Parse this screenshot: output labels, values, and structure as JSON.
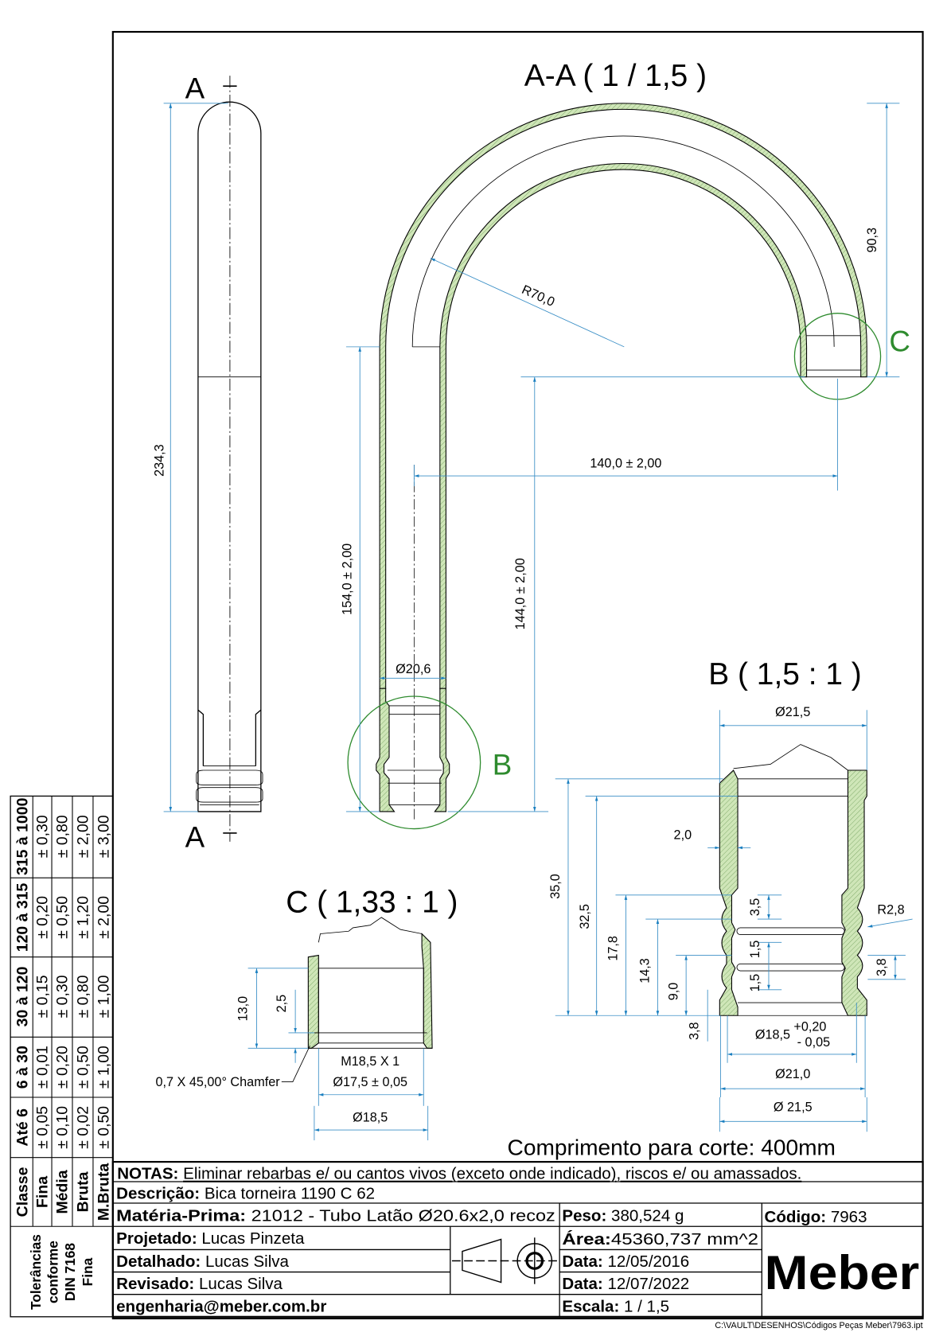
{
  "colors": {
    "dimension": "#3b8fc6",
    "detail_circle": "#2e8b2e",
    "hatch": "#cfe6b8"
  },
  "views": {
    "section_label_top": "A",
    "section_label_bottom": "A",
    "left_length": "234,3",
    "section_title": "A-A ( 1 / 1,5 )",
    "dim_90": "90,3",
    "dim_r70": "R70,0",
    "dim_140": "140,0 ± 2,00",
    "dim_154": "154,0 ± 2,00",
    "dim_144": "144,0 ± 2,00",
    "dim_d206": "Ø20,6",
    "detail_b_label": "B",
    "detail_c_label": "C"
  },
  "detail_b": {
    "title": "B ( 1,5 : 1 )",
    "d215_top": "Ø21,5",
    "d20": "2,0",
    "d35": "35,0",
    "d325": "32,5",
    "d178": "17,8",
    "d143": "14,3",
    "d90": "9,0",
    "d38l": "3,8",
    "d35b": "3,5",
    "d15a": "1,5",
    "d15b": "1,5",
    "r28": "R2,8",
    "d38r": "3,8",
    "d185": "Ø18,5",
    "tol_plus": "+0,20",
    "tol_minus": "- 0,05",
    "d210": "Ø21,0",
    "d215_bottom": "Ø 21,5"
  },
  "detail_c": {
    "title": "C ( 1,33 : 1 )",
    "d13": "13,0",
    "d25": "2,5",
    "thread": "M18,5 X 1",
    "d175": "Ø17,5 ± 0,05",
    "d185": "Ø18,5",
    "chamfer": "0,7 X 45,00° Chamfer"
  },
  "cut_length": "Comprimento para corte: 400mm",
  "tolerance_table": {
    "header": [
      "Classe",
      "Até 6",
      "6 à 30",
      "30 à 120",
      "120 à 315",
      "315 à 1000"
    ],
    "rows": [
      {
        "class": "Fina",
        "values": [
          "± 0,05",
          "± 0,01",
          "± 0,15",
          "± 0,20",
          "± 0,30"
        ]
      },
      {
        "class": "Média",
        "values": [
          "± 0,10",
          "± 0,20",
          "± 0,30",
          "± 0,50",
          "± 0,80"
        ]
      },
      {
        "class": "Bruta",
        "values": [
          "± 0,02",
          "± 0,50",
          "± 0,80",
          "± 1,20",
          "± 2,00"
        ]
      },
      {
        "class": "M.Bruta",
        "values": [
          "± 0,50",
          "± 1,00",
          "± 1,00",
          "± 2,00",
          "± 3,00"
        ]
      }
    ],
    "note": [
      "Tolerâncias",
      "conforme",
      "DIN 7168",
      "Fina"
    ]
  },
  "title_block": {
    "notes_label": "NOTAS:",
    "notes": "Eliminar rebarbas e/ ou cantos vivos (exceto onde indicado), riscos e/ ou amassados.",
    "desc_label": "Descrição:",
    "desc": "Bica torneira 1190 C 62",
    "material_label": "Matéria-Prima:",
    "material": "21012 - Tubo Latão Ø20.6x2,0 recoz",
    "weight_label": "Peso:",
    "weight": "380,524 g",
    "code_label": "Código:",
    "code": "7963",
    "designed_label": "Projetado:",
    "designed": "Lucas Pinzeta",
    "detailed_label": "Detalhado:",
    "detailed": "Lucas Silva",
    "revised_label": "Revisado:",
    "revised": "Lucas Silva",
    "email": "engenharia@meber.com.br",
    "area_label": "Área:",
    "area": "45360,737 mm^2",
    "date1_label": "Data:",
    "date1": "12/05/2016",
    "date2_label": "Data:",
    "date2": "12/07/2022",
    "scale_label": "Escala:",
    "scale": "1 / 1,5",
    "logo": "Meber",
    "file_path": "C:\\VAULT\\DESENHOS\\Códigos Peças Meber\\7963.ipt"
  }
}
